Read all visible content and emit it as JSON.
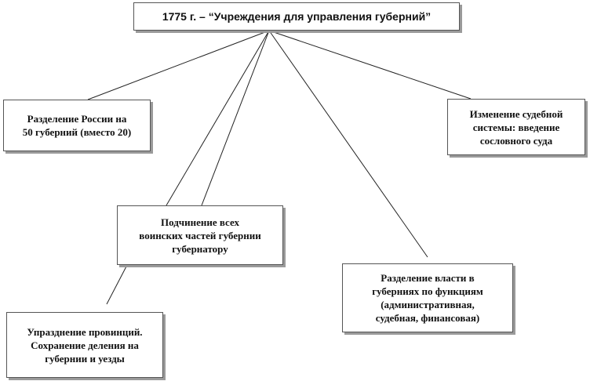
{
  "diagram": {
    "root": {
      "label": "1775 г. – “Учреждения для управления губерний”"
    },
    "items": [
      {
        "id": "split",
        "label": "Разделение России на\n50 губерний (вместо 20)"
      },
      {
        "id": "judicial",
        "label": "Изменение судебной\nсистемы: введение\nсословного суда"
      },
      {
        "id": "military",
        "label": "Подчинение всех\nвоинских частей губернии\nгубернатору"
      },
      {
        "id": "powers",
        "label": "Разделение власти в\nгуберниях по функциям\n(административная,\nсудебная, финансовая)"
      },
      {
        "id": "provinces",
        "label": "Упразднение провинций.\nСохранение деления на\nгубернии и уезды"
      }
    ],
    "colors": {
      "line": "#222222",
      "border": "#555555",
      "shadow": "#9a9a9a",
      "text": "#111111"
    }
  }
}
